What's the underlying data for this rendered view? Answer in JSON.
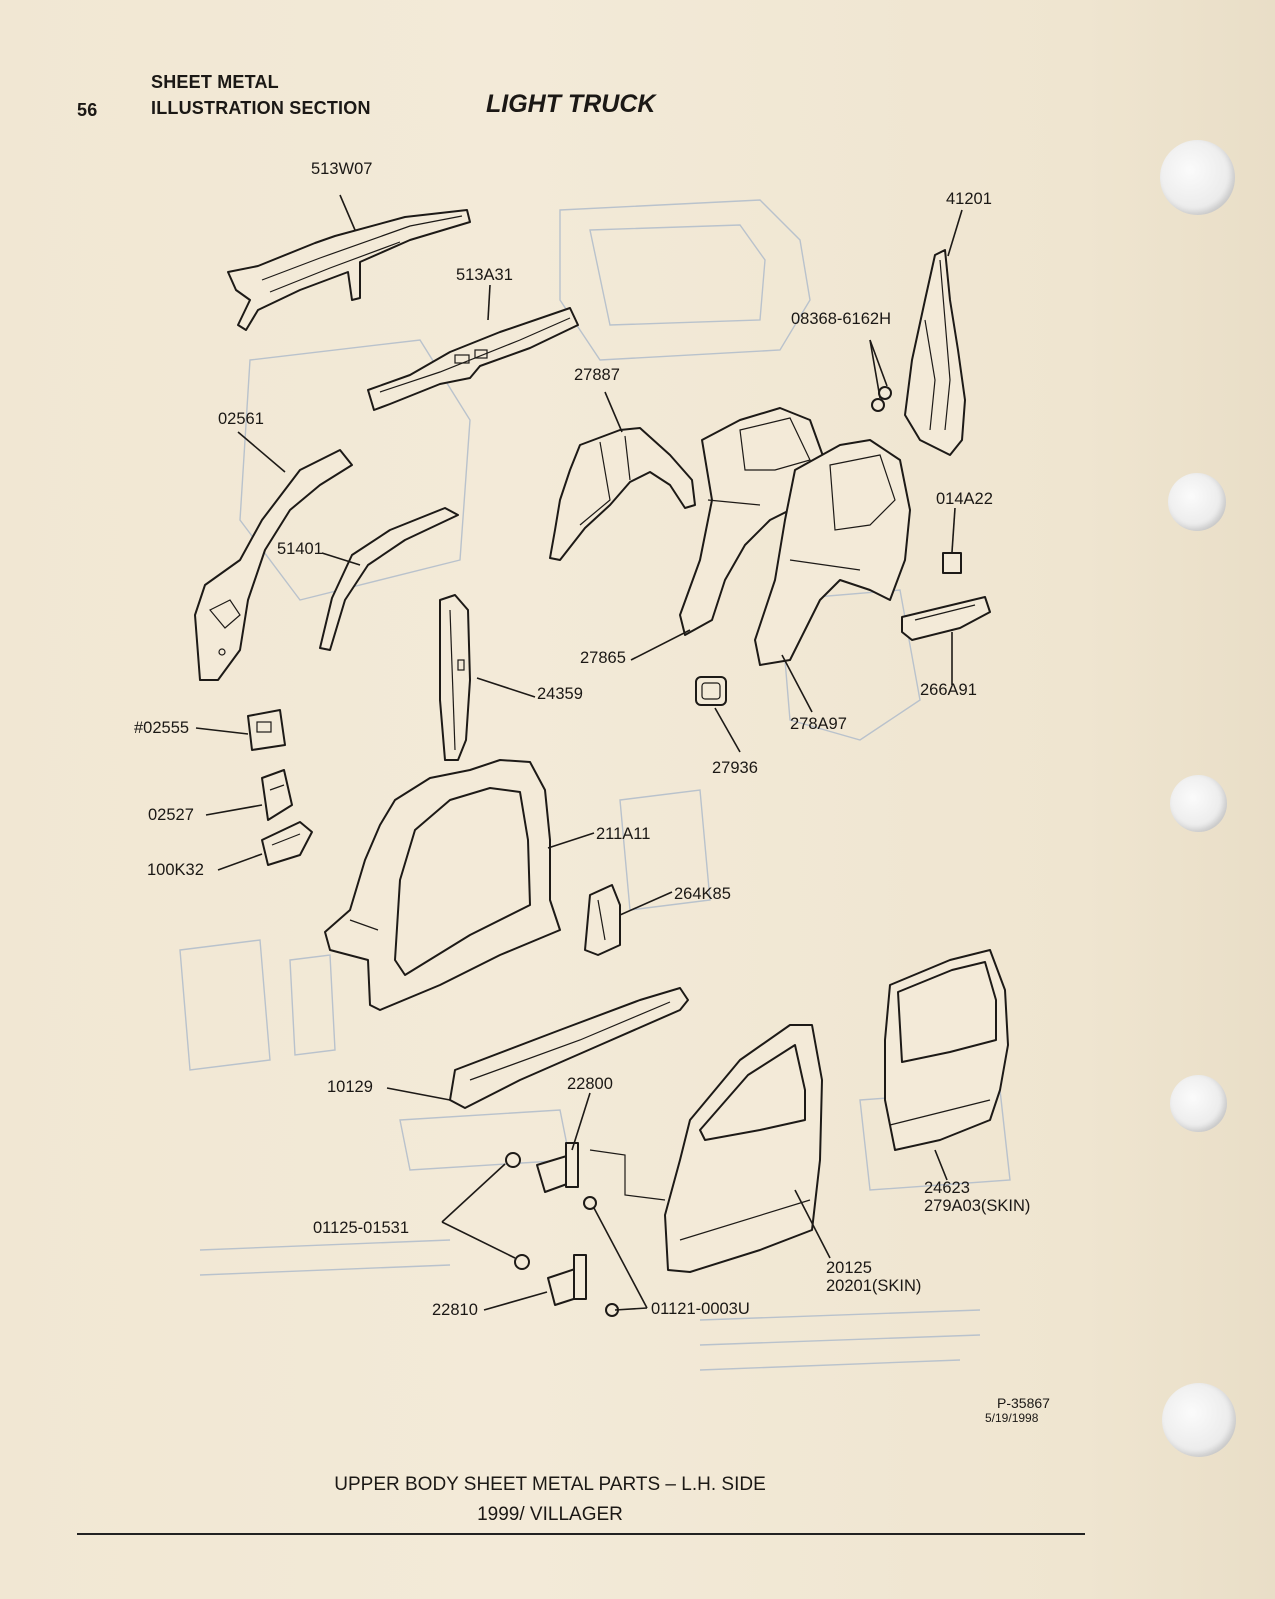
{
  "header": {
    "page_number": "56",
    "section_line1": "SHEET METAL",
    "section_line2": "ILLUSTRATION SECTION",
    "category": "LIGHT TRUCK"
  },
  "callouts": {
    "c513W07": "513W07",
    "c513A31": "513A31",
    "c41201": "41201",
    "c08368": "08368-6162H",
    "c27887": "27887",
    "c02561": "02561",
    "c014A22": "014A22",
    "c51401": "51401",
    "c27865": "27865",
    "c24359": "24359",
    "c266A91": "266A91",
    "c278A97": "278A97",
    "c02555": "#02555",
    "c27936": "27936",
    "c02527": "02527",
    "c211A11": "211A11",
    "c100K32": "100K32",
    "c264K85": "264K85",
    "c10129": "10129",
    "c22800": "22800",
    "c01125": "01125-01531",
    "c24623": "24623",
    "c279A03": "279A03(SKIN)",
    "c20125": "20125",
    "c20201": "20201(SKIN)",
    "c22810": "22810",
    "c01121": "01121-0003U"
  },
  "reference": {
    "drawing_number": "P-35867",
    "date": "5/19/1998"
  },
  "caption": {
    "line1": "UPPER BODY SHEET METAL PARTS – L.H. SIDE",
    "line2": "1999/ VILLAGER"
  }
}
